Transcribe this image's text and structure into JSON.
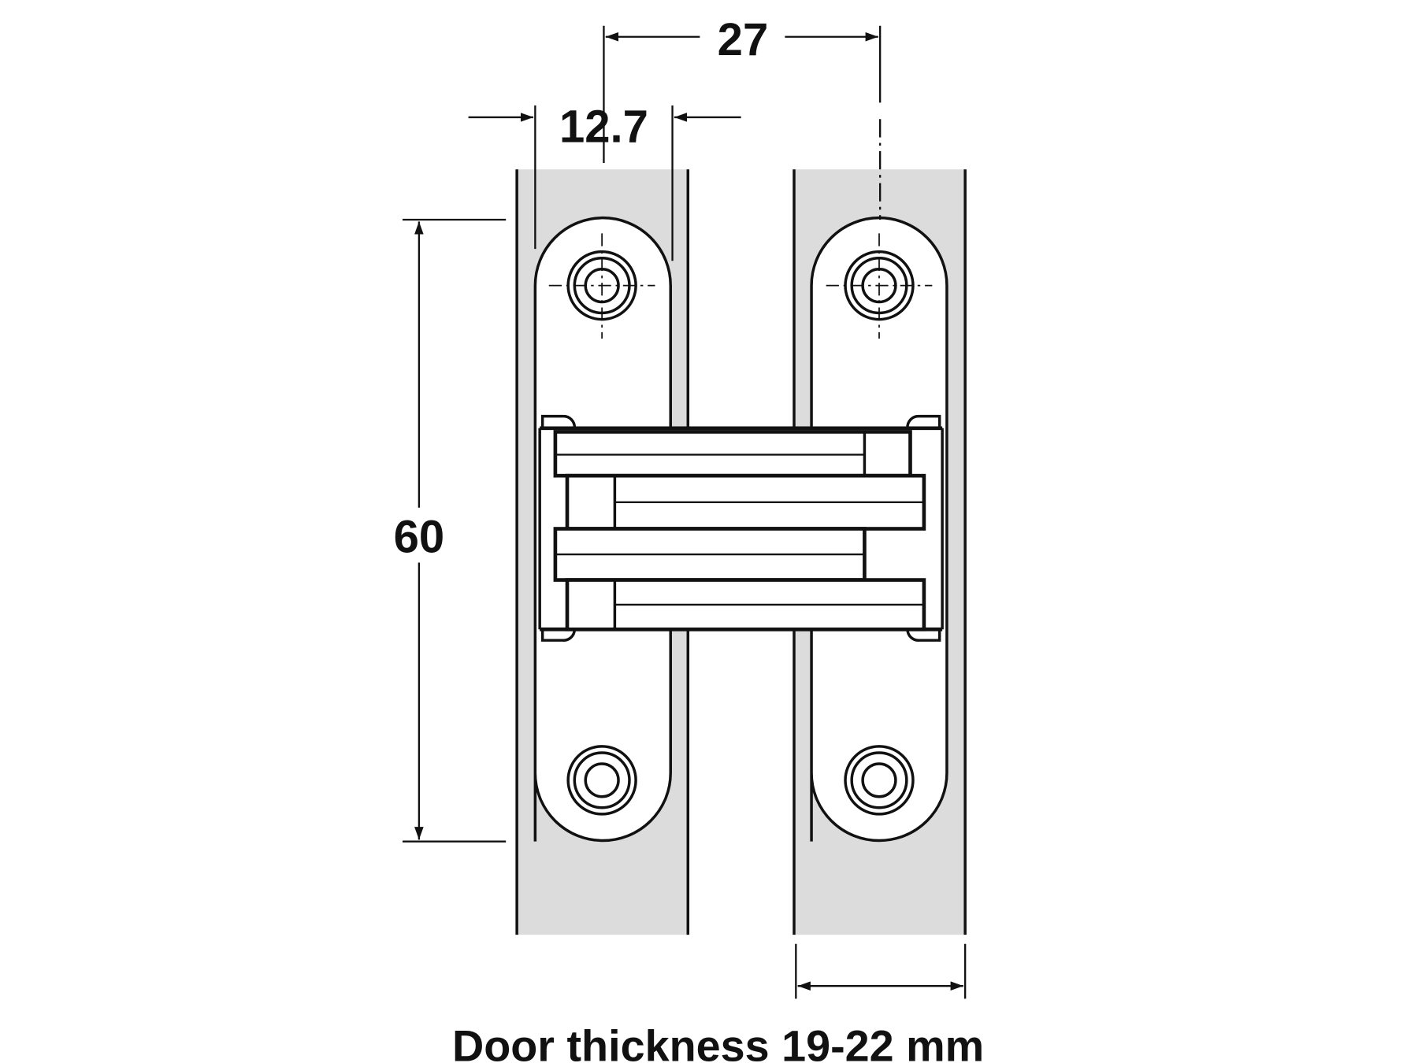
{
  "dimensions": {
    "center_distance": "27",
    "plate_width": "12.7",
    "height": "60"
  },
  "caption": "Door thickness 19-22 mm",
  "colors": {
    "door": "#dcdcdc",
    "line": "#111111"
  }
}
